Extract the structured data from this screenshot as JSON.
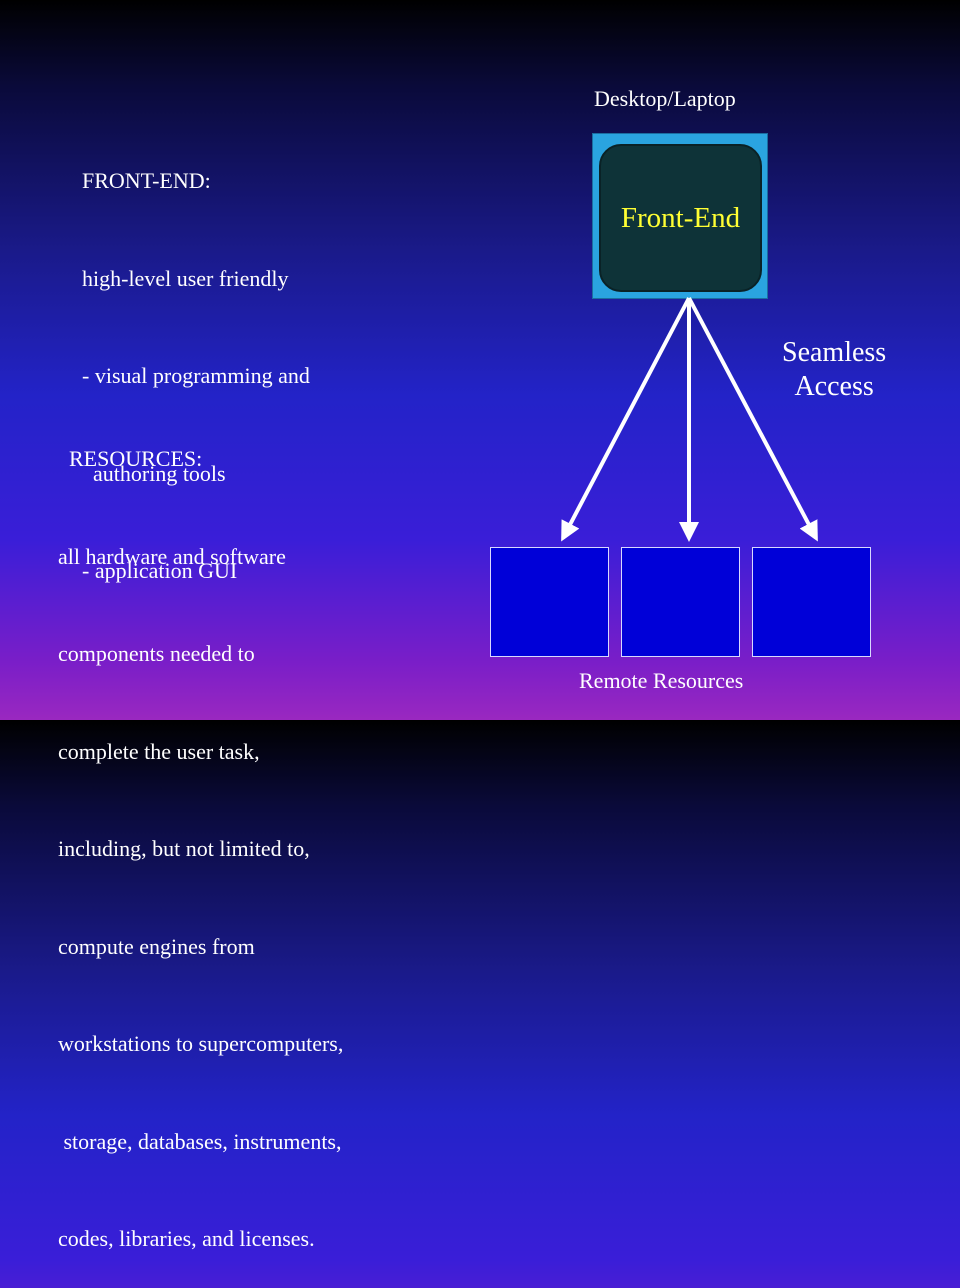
{
  "frontend_description": {
    "lines": [
      "FRONT-END:",
      "high-level user friendly",
      "- visual programming and",
      "  authoring tools",
      "- application GUI"
    ]
  },
  "resources_description": {
    "lines": [
      "  RESOURCES:",
      "all hardware and software",
      "components needed to",
      "complete the user task,",
      "including, but not limited to,",
      "compute engines from",
      "workstations to supercomputers,",
      " storage, databases, instruments,",
      "codes, libraries, and licenses."
    ]
  },
  "diagram": {
    "device_label": "Desktop/Laptop",
    "front_end_label": "Front-End",
    "connection_label_line1": "Seamless",
    "connection_label_line2": "  Access",
    "remote_label": "Remote Resources"
  },
  "colors": {
    "front_end_text": "#ffff33",
    "device_frame": "#2aa4e0",
    "front_end_fill": "#0e3338",
    "resource_fill": "#0000d8",
    "arrow": "#ffffff"
  }
}
